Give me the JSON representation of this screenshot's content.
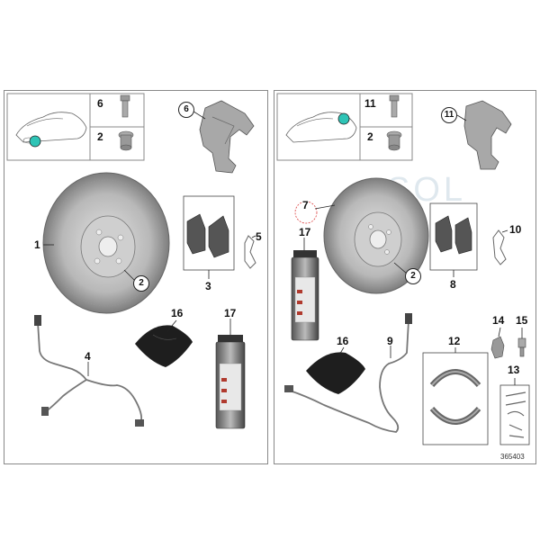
{
  "left_panel": {
    "labels": {
      "p1": "1",
      "p2_disc": "2",
      "p2_box": "2",
      "p3": "3",
      "p4": "4",
      "p5": "5",
      "p6_box": "6",
      "p6_circ": "6",
      "p16": "16",
      "p17": "17"
    }
  },
  "right_panel": {
    "labels": {
      "p2_disc": "2",
      "p2_box": "2",
      "p7": "7",
      "p8": "8",
      "p9": "9",
      "p10": "10",
      "p11_box": "11",
      "p11_circ": "11",
      "p12": "12",
      "p13": "13",
      "p14": "14",
      "p15": "15",
      "p16": "16",
      "p17": "17"
    },
    "reference_number": "365403"
  },
  "watermark": "SOL",
  "colors": {
    "highlight": "#2ec4b6",
    "part_gray": "#8a8a8a",
    "dark": "#2a2a2a"
  }
}
